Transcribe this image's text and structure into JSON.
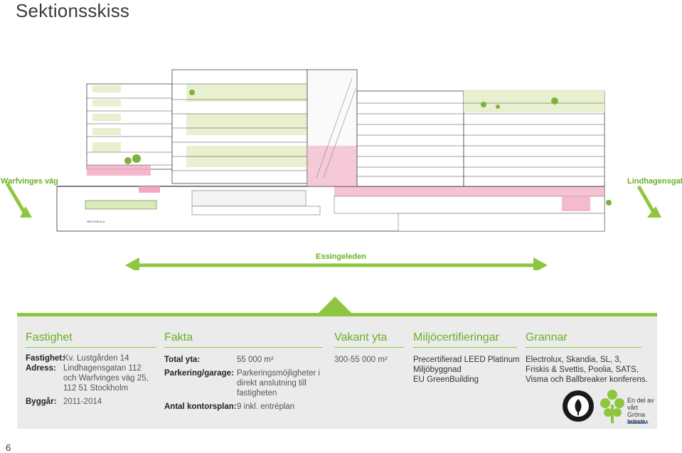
{
  "page": {
    "title": "Sektionsskiss",
    "page_number": "6"
  },
  "drawing": {
    "label_left": "Warfvinges väg",
    "label_right": "Lindhagensgatan",
    "label_bottom": "Essingeleden",
    "section_label": "SEKTION A-A"
  },
  "panel": {
    "fastighet": {
      "heading": "Fastighet",
      "fastighet_key": "Fastighet:",
      "fastighet_val": "Kv. Lustgården 14",
      "adress_key": "Adress:",
      "adress_lines": [
        "Lindhagensgatan 112",
        "och Warfvinges väg 25,",
        "112 51 Stockholm"
      ],
      "byggar_key": "Byggår:",
      "byggar_val": "2011-2014"
    },
    "fakta": {
      "heading": "Fakta",
      "total_key": "Total yta:",
      "total_val": "55 000 m²",
      "parkering_key": "Parkering/garage:",
      "parkering_lines": [
        "Parkeringsmöjligheter i",
        "direkt anslutning till",
        "fastigheten"
      ],
      "kontor_key": "Antal kontorsplan:",
      "kontor_val": "9 inkl. entréplan"
    },
    "vakant": {
      "heading": "Vakant yta",
      "value": "300-55 000 m²"
    },
    "miljo": {
      "heading": "Miljöcertifieringar",
      "lines": [
        "Precertifierad LEED Platinum",
        "Miljöbyggnad",
        "EU GreenBuilding"
      ]
    },
    "grannar": {
      "heading": "Grannar",
      "lines": [
        "Electrolux, Skandia, SL, 3,",
        "Friskis & Svettis, Poolia, SATS,",
        "Visma och Ballbreaker konferens."
      ]
    },
    "gbi": {
      "lines": [
        "En del av",
        "vårt",
        "Gröna",
        "Initiativ"
      ],
      "brand": "SKANSKA"
    }
  },
  "colors": {
    "accent_green": "#8ec63f",
    "dark_green": "#6ab023",
    "panel_gray": "#ebebeb",
    "pink": "#f2a9c0"
  }
}
